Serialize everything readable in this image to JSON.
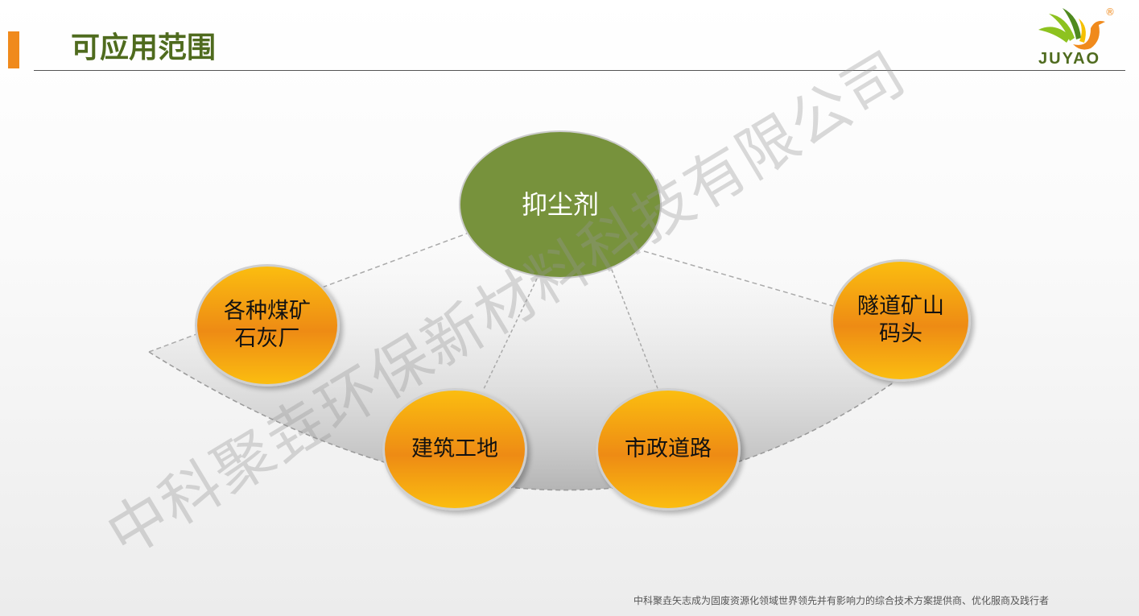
{
  "header": {
    "title": "可应用范围",
    "logo_text": "JUYAO",
    "logo_mark": "®"
  },
  "diagram": {
    "center": "抑尘剂",
    "nodes": [
      {
        "line1": "各种煤矿",
        "line2": "石灰厂"
      },
      {
        "line1": "建筑工地",
        "line2": ""
      },
      {
        "line1": "市政道路",
        "line2": ""
      },
      {
        "line1": "隧道矿山",
        "line2": "码头"
      }
    ]
  },
  "watermark": "中科聚垚环保新材料科技有限公司",
  "footer": "中科聚垚矢志成为固废资源化领域世界领先并有影响力的综合技术方案提供商、优化服商及践行者",
  "colors": {
    "accent": "#f08a1c",
    "title": "#4f6b1e",
    "center": "#77923c",
    "node": "#fbbd10"
  }
}
